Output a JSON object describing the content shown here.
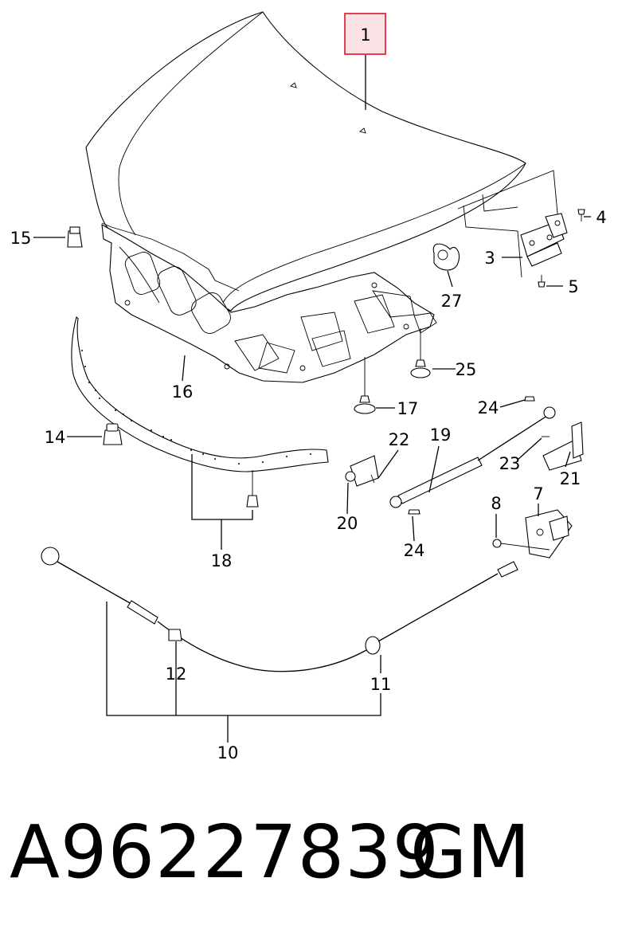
{
  "diagram": {
    "highlight_color": "#e04050",
    "highlight_fill": "#fbe1e3",
    "callouts": [
      "1",
      "3",
      "4",
      "5",
      "7",
      "8",
      "10",
      "11",
      "12",
      "14",
      "15",
      "16",
      "17",
      "18",
      "19",
      "20",
      "21",
      "22",
      "23",
      "24",
      "24",
      "25",
      "27"
    ]
  },
  "footer": {
    "part_number": "A96227839",
    "manufacturer": "GM"
  }
}
